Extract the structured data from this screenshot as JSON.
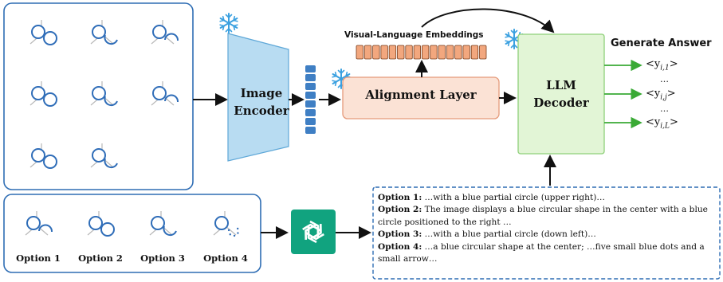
{
  "labels": {
    "image_encoder_line1": "Image",
    "image_encoder_line2": "Encoder",
    "alignment_layer": "Alignment Layer",
    "llm_line1": "LLM",
    "llm_line2": "Decoder",
    "visual_language_embeddings": "Visual-Language Embeddings",
    "generate_answer": "Generate Answer"
  },
  "outputs": [
    {
      "base": "<y",
      "sub": "i,1",
      "close": ">"
    },
    {
      "base": "<y",
      "sub": "i,j",
      "close": ">"
    },
    {
      "base": "<y",
      "sub": "i,L",
      "close": ">"
    }
  ],
  "output_ellipsis": "…",
  "options": [
    "Option 1",
    "Option 2",
    "Option 3",
    "Option 4"
  ],
  "descriptions": [
    {
      "label": "Option 1:",
      "text": " …with a blue partial circle (upper right)…"
    },
    {
      "label": "Option 2:",
      "text": " The image displays a blue circular shape in the center with a blue circle positioned to the right …"
    },
    {
      "label": "Option 3:",
      "text": " …with a blue partial circle (down left)…"
    },
    {
      "label": "Option 4:",
      "text": " …a blue circular shape at the center; …five small blue dots and a small arrow…"
    }
  ],
  "colors": {
    "panel_border": "#2e6db4",
    "encoder_fill": "#b8dcf2",
    "encoder_stroke": "#5fa8d8",
    "token_fill": "#3f7fc4",
    "align_fill": "#fbe2d5",
    "align_stroke": "#e59a7a",
    "embed_fill": "#f2a77e",
    "embed_stroke": "#7a3e1c",
    "llm_fill": "#e2f5d6",
    "llm_stroke": "#8fd07a",
    "green_arrow": "#3aaa35",
    "gpt_fill": "#11a37f",
    "snowflake": "#3aa0e0",
    "figure_blue": "#2f6db8",
    "stub_gray": "#b8b8b8"
  },
  "icons": [
    "snowflake-icon",
    "chatgpt-icon"
  ]
}
